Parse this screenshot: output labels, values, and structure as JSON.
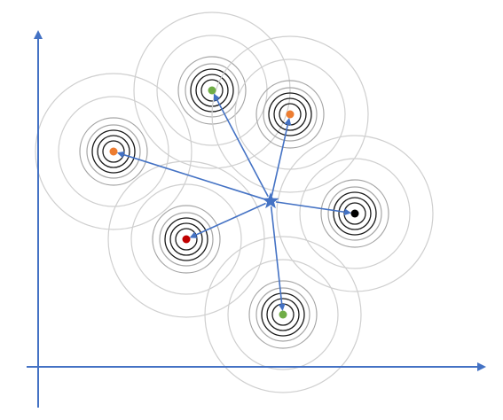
{
  "colors": {
    "axis": "#4472c4",
    "arrow": "#4472c4",
    "center": "#4472c4",
    "ring_outer": "#cfcfcf",
    "ring_mid": "#a6a6a6",
    "ring_inner": "#1a1a1a"
  },
  "center_icon": "star-icon",
  "clusters": [
    {
      "name": "green-top",
      "color": "#70ad47"
    },
    {
      "name": "orange-right",
      "color": "#ed7d31"
    },
    {
      "name": "orange-left",
      "color": "#ed7d31"
    },
    {
      "name": "black-right",
      "color": "#000000"
    },
    {
      "name": "red-mid",
      "color": "#c00000"
    },
    {
      "name": "green-bottom",
      "color": "#70ad47"
    }
  ]
}
